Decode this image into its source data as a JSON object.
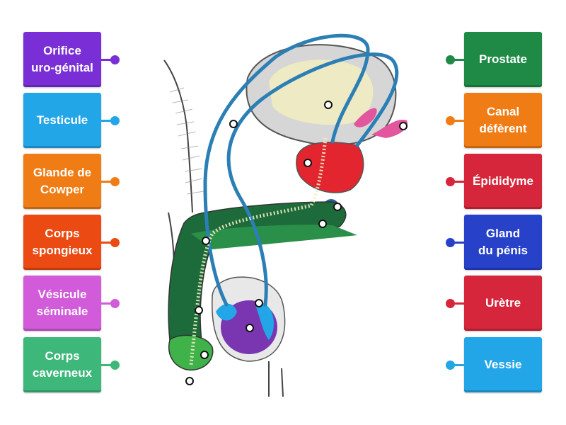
{
  "left_labels": [
    {
      "text": "Orifice\nuro-génital",
      "color": "#7a2fd6"
    },
    {
      "text": "Testicule",
      "color": "#22a6e8"
    },
    {
      "text": "Glande de\nCowper",
      "color": "#f07c15"
    },
    {
      "text": "Corps\nspongieux",
      "color": "#eb4a12"
    },
    {
      "text": "Vésicule\nséminale",
      "color": "#d15bd9"
    },
    {
      "text": "Corps\ncaverneux",
      "color": "#3db87a"
    }
  ],
  "right_labels": [
    {
      "text": "Prostate",
      "color": "#1f8a45"
    },
    {
      "text": "Canal\ndéfèrent",
      "color": "#f07c15"
    },
    {
      "text": "Épididyme",
      "color": "#d6263b"
    },
    {
      "text": "Gland\ndu pénis",
      "color": "#2741c9"
    },
    {
      "text": "Urètre",
      "color": "#d6263b"
    },
    {
      "text": "Vessie",
      "color": "#22a6e8"
    }
  ]
}
